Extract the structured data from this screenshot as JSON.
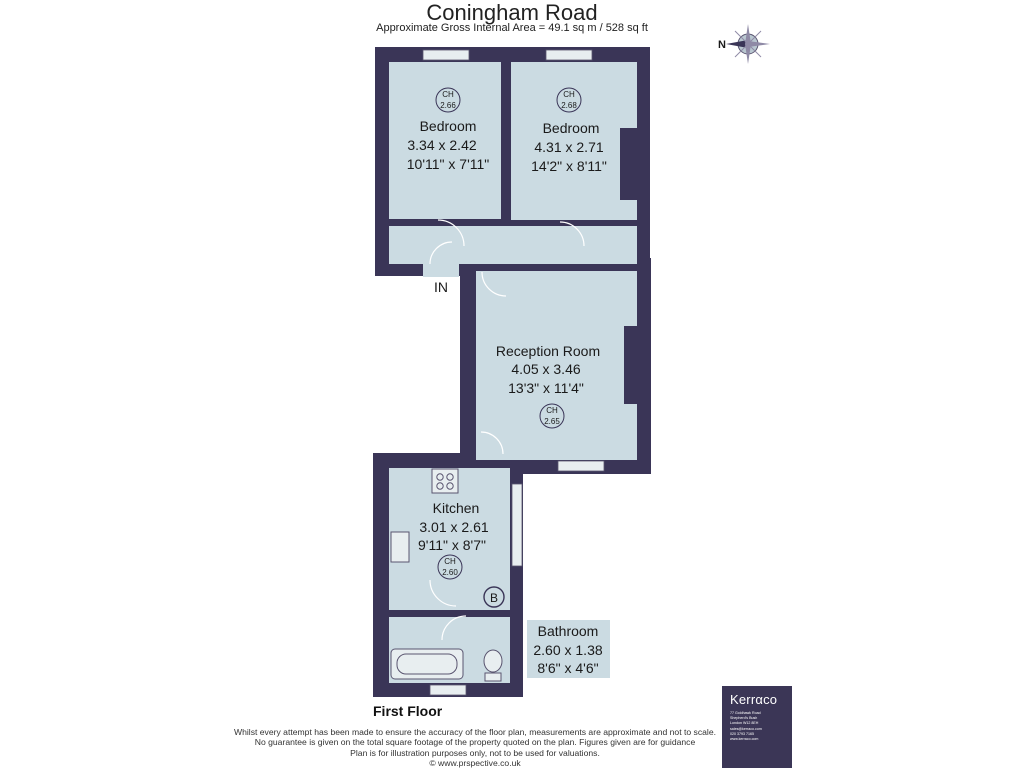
{
  "header": {
    "title": "Coningham Road",
    "subtitle": "Approximate Gross Internal Area = 49.1 sq m / 528 sq ft"
  },
  "compass_letter": "N",
  "entrance_label": "IN",
  "floor_label": "First Floor",
  "colors": {
    "wall": "#3a3557",
    "room": "#cbdbe2",
    "text": "#1a1a1a"
  },
  "rooms": {
    "bedroom1": {
      "name": "Bedroom",
      "metric": "3.34 x 2.42",
      "imperial": "10'11\" x 7'11\"",
      "ch_label": "CH",
      "ch_value": "2.66"
    },
    "bedroom2": {
      "name": "Bedroom",
      "metric": "4.31 x 2.71",
      "imperial": "14'2\" x 8'11\"",
      "ch_label": "CH",
      "ch_value": "2.68"
    },
    "reception": {
      "name": "Reception Room",
      "metric": "4.05 x 3.46",
      "imperial": "13'3\" x 11'4\"",
      "ch_label": "CH",
      "ch_value": "2.65"
    },
    "kitchen": {
      "name": "Kitchen",
      "metric": "3.01 x 2.61",
      "imperial": "9'11\" x 8'7\"",
      "ch_label": "CH",
      "ch_value": "2.60"
    },
    "bathroom": {
      "name": "Bathroom",
      "metric": "2.60 x 1.38",
      "imperial": "8'6\" x 4'6\""
    }
  },
  "boiler_label": "B",
  "disclaimer": [
    "Whilst every attempt has been made to ensure the accuracy of the floor plan, measurements are approximate and not to scale.",
    "No guarantee is given on the total square footage of the property quoted on the plan. Figures given are for guidance",
    "Plan is for illustration purposes only, not to be used for valuations.",
    "© www.prspective.co.uk"
  ],
  "logo": {
    "brand": "Kerrαco",
    "lines": [
      "77 Goldhawk Road",
      "Shepherd's Bush",
      "London W12 8EH",
      "sales@kerraco.com",
      "020 3793 7165",
      "www.kerraco.com"
    ]
  }
}
